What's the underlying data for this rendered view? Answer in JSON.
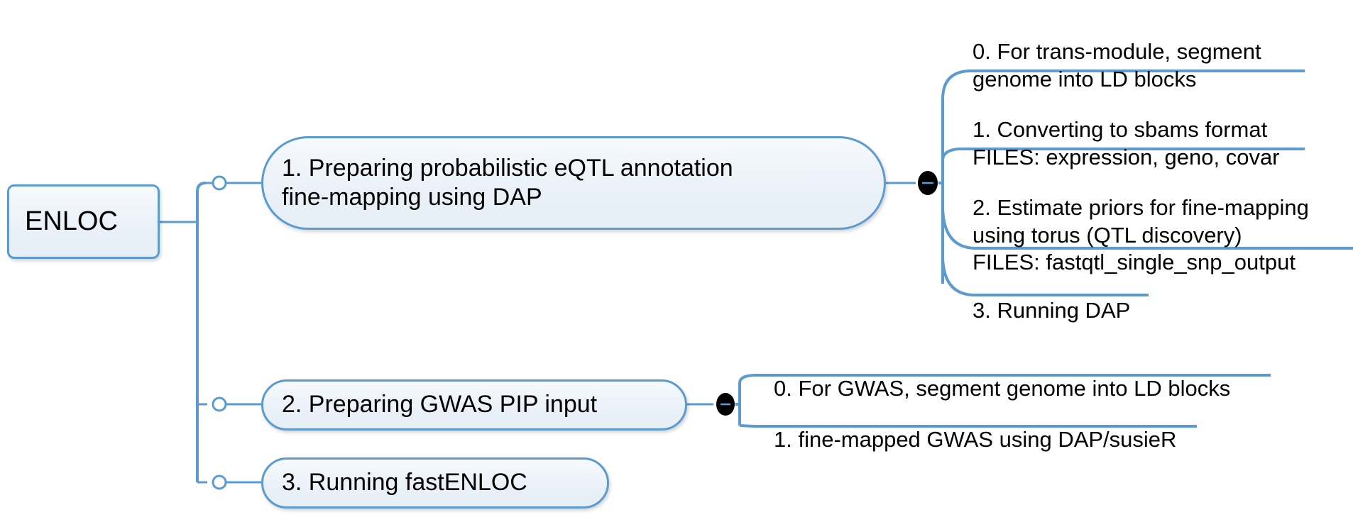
{
  "diagram": {
    "type": "mind-map",
    "title": "ENLOC",
    "accent_color": "#5b9bd0",
    "node_fill": "#eaf1f8",
    "text_color": "#000000",
    "spellcheck_underline_color": "#e8564a",
    "background": "#ffffff"
  },
  "root": {
    "label": "ENLOC"
  },
  "branches": [
    {
      "id": "branch-1",
      "label": "1. Preparing probabilistic eQTL annotation\nfine-mapping using DAP",
      "collapse_toggle": "−",
      "children": [
        {
          "id": "leaf-1-0",
          "label": "0. For trans-module, segment\ngenome into LD blocks",
          "misspelled": []
        },
        {
          "id": "leaf-1-1",
          "label": "1. Converting to sbams format\nFILES: expression, geno, covar",
          "misspelled": [
            "sbams",
            "geno",
            "covar"
          ]
        },
        {
          "id": "leaf-1-2",
          "label": "2. Estimate priors for fine-mapping\nusing torus (QTL discovery)\nFILES: fastqtl_single_snp_output",
          "misspelled": [
            "fastqtl_single_snp_output"
          ]
        },
        {
          "id": "leaf-1-3",
          "label": "3. Running DAP",
          "misspelled": []
        }
      ]
    },
    {
      "id": "branch-2",
      "label": "2. Preparing GWAS PIP input",
      "collapse_toggle": "−",
      "children": [
        {
          "id": "leaf-2-0",
          "label": "0. For GWAS, segment genome into LD blocks",
          "misspelled": []
        },
        {
          "id": "leaf-2-1",
          "label": "1. fine-mapped GWAS using DAP/susieR",
          "misspelled": []
        }
      ]
    },
    {
      "id": "branch-3",
      "label": "3. Running fastENLOC",
      "collapse_toggle": "",
      "children": []
    }
  ]
}
